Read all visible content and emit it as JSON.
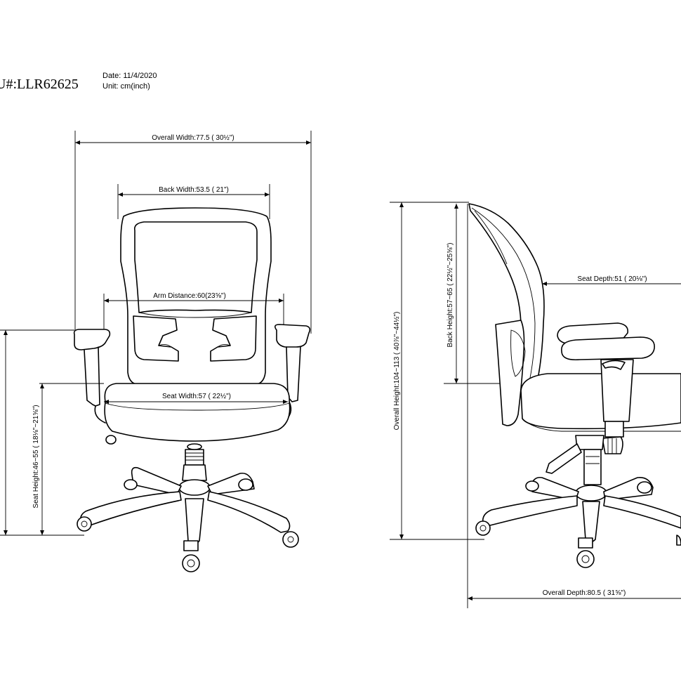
{
  "header": {
    "sku": "U#:LLR62625",
    "date": "Date: 11/4/2020",
    "unit": "Unit: cm(inch)"
  },
  "front_view": {
    "overall_width": "Overall Width:77.5 ( 30½\")",
    "back_width": "Back Width:53.5 ( 21\")",
    "arm_distance": "Arm Distance:60(23⅝\")",
    "seat_width": "Seat Width:57 ( 22½\")",
    "seat_height": "Seat Height:46~55 ( 18⅛\"~21⅝\")"
  },
  "side_view": {
    "seat_depth": "Seat Depth:51 ( 20⅛\")",
    "back_height": "Back Height:57~65 ( 22½\"~25⅝\")",
    "overall_height": "Overall Height:104~113 ( 40⅞\"~44½\")",
    "overall_depth": "Overall Depth:80.5 ( 31⅝\")"
  }
}
